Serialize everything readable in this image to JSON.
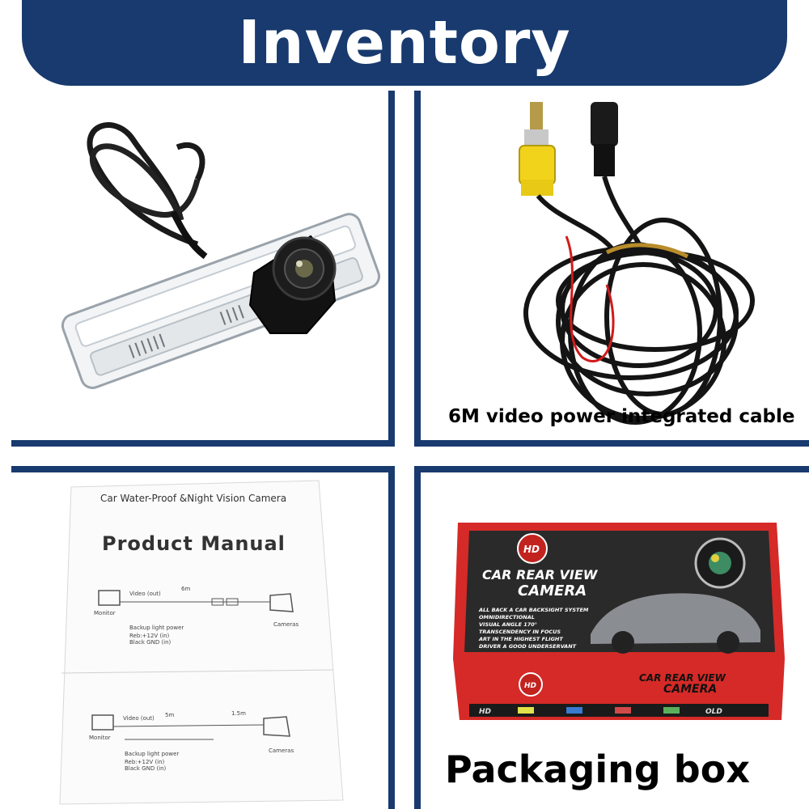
{
  "banner": {
    "title": "Inventory"
  },
  "panels": {
    "camera": {
      "name": "camera"
    },
    "cable": {
      "caption": "6M video power integrated cable"
    },
    "manual": {
      "heading": "Car Water-Proof &Night Vision Camera",
      "title": "Product Manual",
      "diagram1": {
        "monitor": "Monitor",
        "video": "Video (out)",
        "length": "6m",
        "backup": "Backup light power",
        "red": "Reb:+12V (in)",
        "black": "Black GND (in)",
        "cameras": "Cameras"
      },
      "diagram2": {
        "monitor": "Monitor",
        "video": "Video (out)",
        "length1": "5m",
        "length2": "1.5m",
        "backup": "Backup light power",
        "red": "Reb:+12V (in)",
        "black": "Black GND (in)",
        "cameras": "Cameras"
      }
    },
    "box": {
      "caption": "Packaging box",
      "hd": "HD",
      "line1": "CAR REAR VIEW",
      "line2": "CAMERA",
      "features": [
        "ALL BACK A CAR BACKSIGHT SYSTEM",
        "OMNIDIRECTIONAL",
        "VISUAL ANGLE 170°",
        "TRANSCENDENCY IN FOCUS",
        "ART IN THE HIGHEST FLIGHT",
        "DRIVER A GOOD UNDERSERVANT"
      ],
      "side_hd": "HD",
      "side_line1": "CAR REAR VIEW",
      "side_line2": "CAMERA",
      "strip_hd": "HD",
      "strip_old": "OLD"
    }
  },
  "colors": {
    "frame": "#183a6e",
    "box_red": "#d52a27"
  }
}
